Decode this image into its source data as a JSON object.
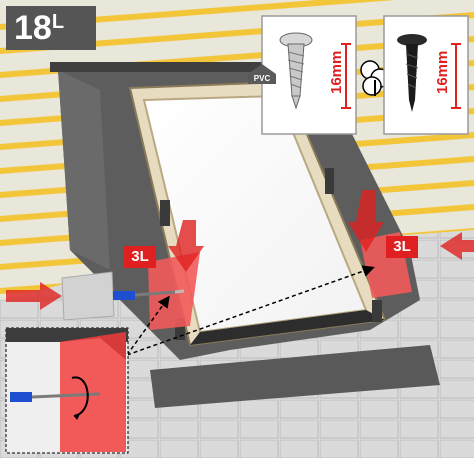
{
  "step": {
    "number": "18",
    "suffix": "L"
  },
  "screws": [
    {
      "name": "wood-screw-silver",
      "length_label": "16mm",
      "material_tag": "PVC",
      "color": "#c9c9c9"
    },
    {
      "name": "wood-screw-black",
      "length_label": "16mm",
      "color": "#1b1b1b"
    }
  ],
  "material_symbol": "wood-symbol-icon",
  "callouts": {
    "left": "3L",
    "right": "3L"
  },
  "colors": {
    "accent_red": "#e02020",
    "flashing_red": "#f25a5a",
    "tile_grey": "#cfcfcf",
    "batten_yellow": "#f3c63a",
    "screwdriver_blue": "#1d4fd0",
    "step_badge": "#555555"
  }
}
